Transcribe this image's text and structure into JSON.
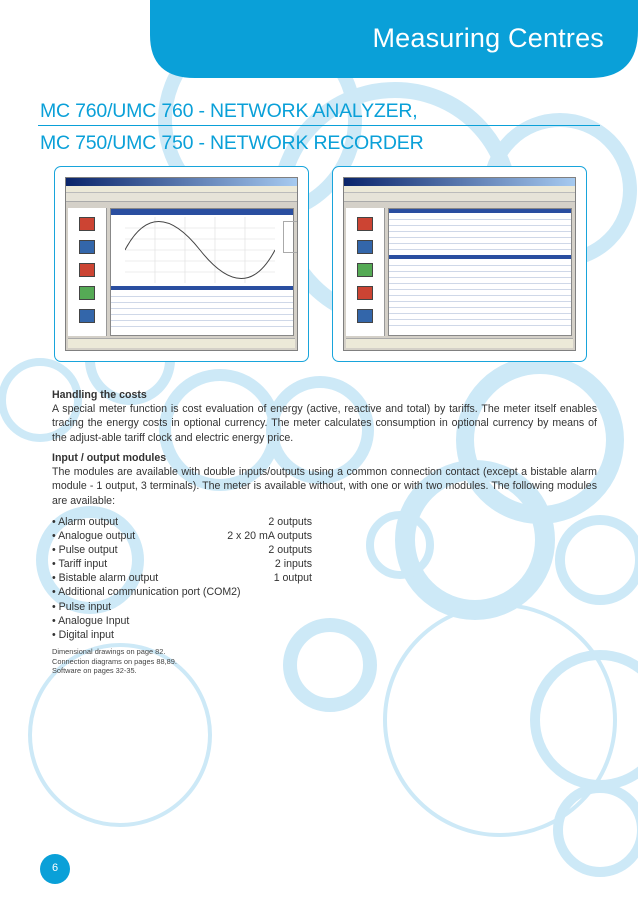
{
  "header": {
    "title": "Measuring Centres",
    "brand_color": "#0aa0d8"
  },
  "headline": {
    "line1": "MC 760/UMC 760 - NETWORK ANALYZER,",
    "line2": "MC 750/UMC 750 - NETWORK RECORDER"
  },
  "section_costs": {
    "heading": "Handling the costs",
    "body": "A special meter function is cost evaluation of energy (active, reactive and total) by tariffs. The meter itself enables tracing the energy costs in optional currency. The meter calculates consumption in optional currency by means of the adjust-able tariff clock and electric energy price."
  },
  "section_io": {
    "heading": "Input / output modules",
    "body": "The modules are available with double inputs/outputs using a common connection contact (except a bistable alarm module - 1 output, 3 terminals). The meter is available without, with one or with two modules. The following modules are available:"
  },
  "modules": [
    {
      "label": "• Alarm output",
      "value": "2 outputs"
    },
    {
      "label": "• Analogue output",
      "value": "2 x 20 mA outputs"
    },
    {
      "label": "• Pulse output",
      "value": "2 outputs"
    },
    {
      "label": "• Tariff input",
      "value": "2 inputs"
    },
    {
      "label": "• Bistable alarm output",
      "value": "1 output"
    },
    {
      "label": "• Additional communication port (COM2)",
      "value": ""
    },
    {
      "label": "• Pulse input",
      "value": ""
    },
    {
      "label": "• Analogue Input",
      "value": ""
    },
    {
      "label": "• Digital input",
      "value": ""
    }
  ],
  "notes": {
    "line1": "Dimensional drawings on page 82.",
    "line2": "Connection diagrams on pages 88,89.",
    "line3": "Software on pages 32-35."
  },
  "page_number": "6"
}
